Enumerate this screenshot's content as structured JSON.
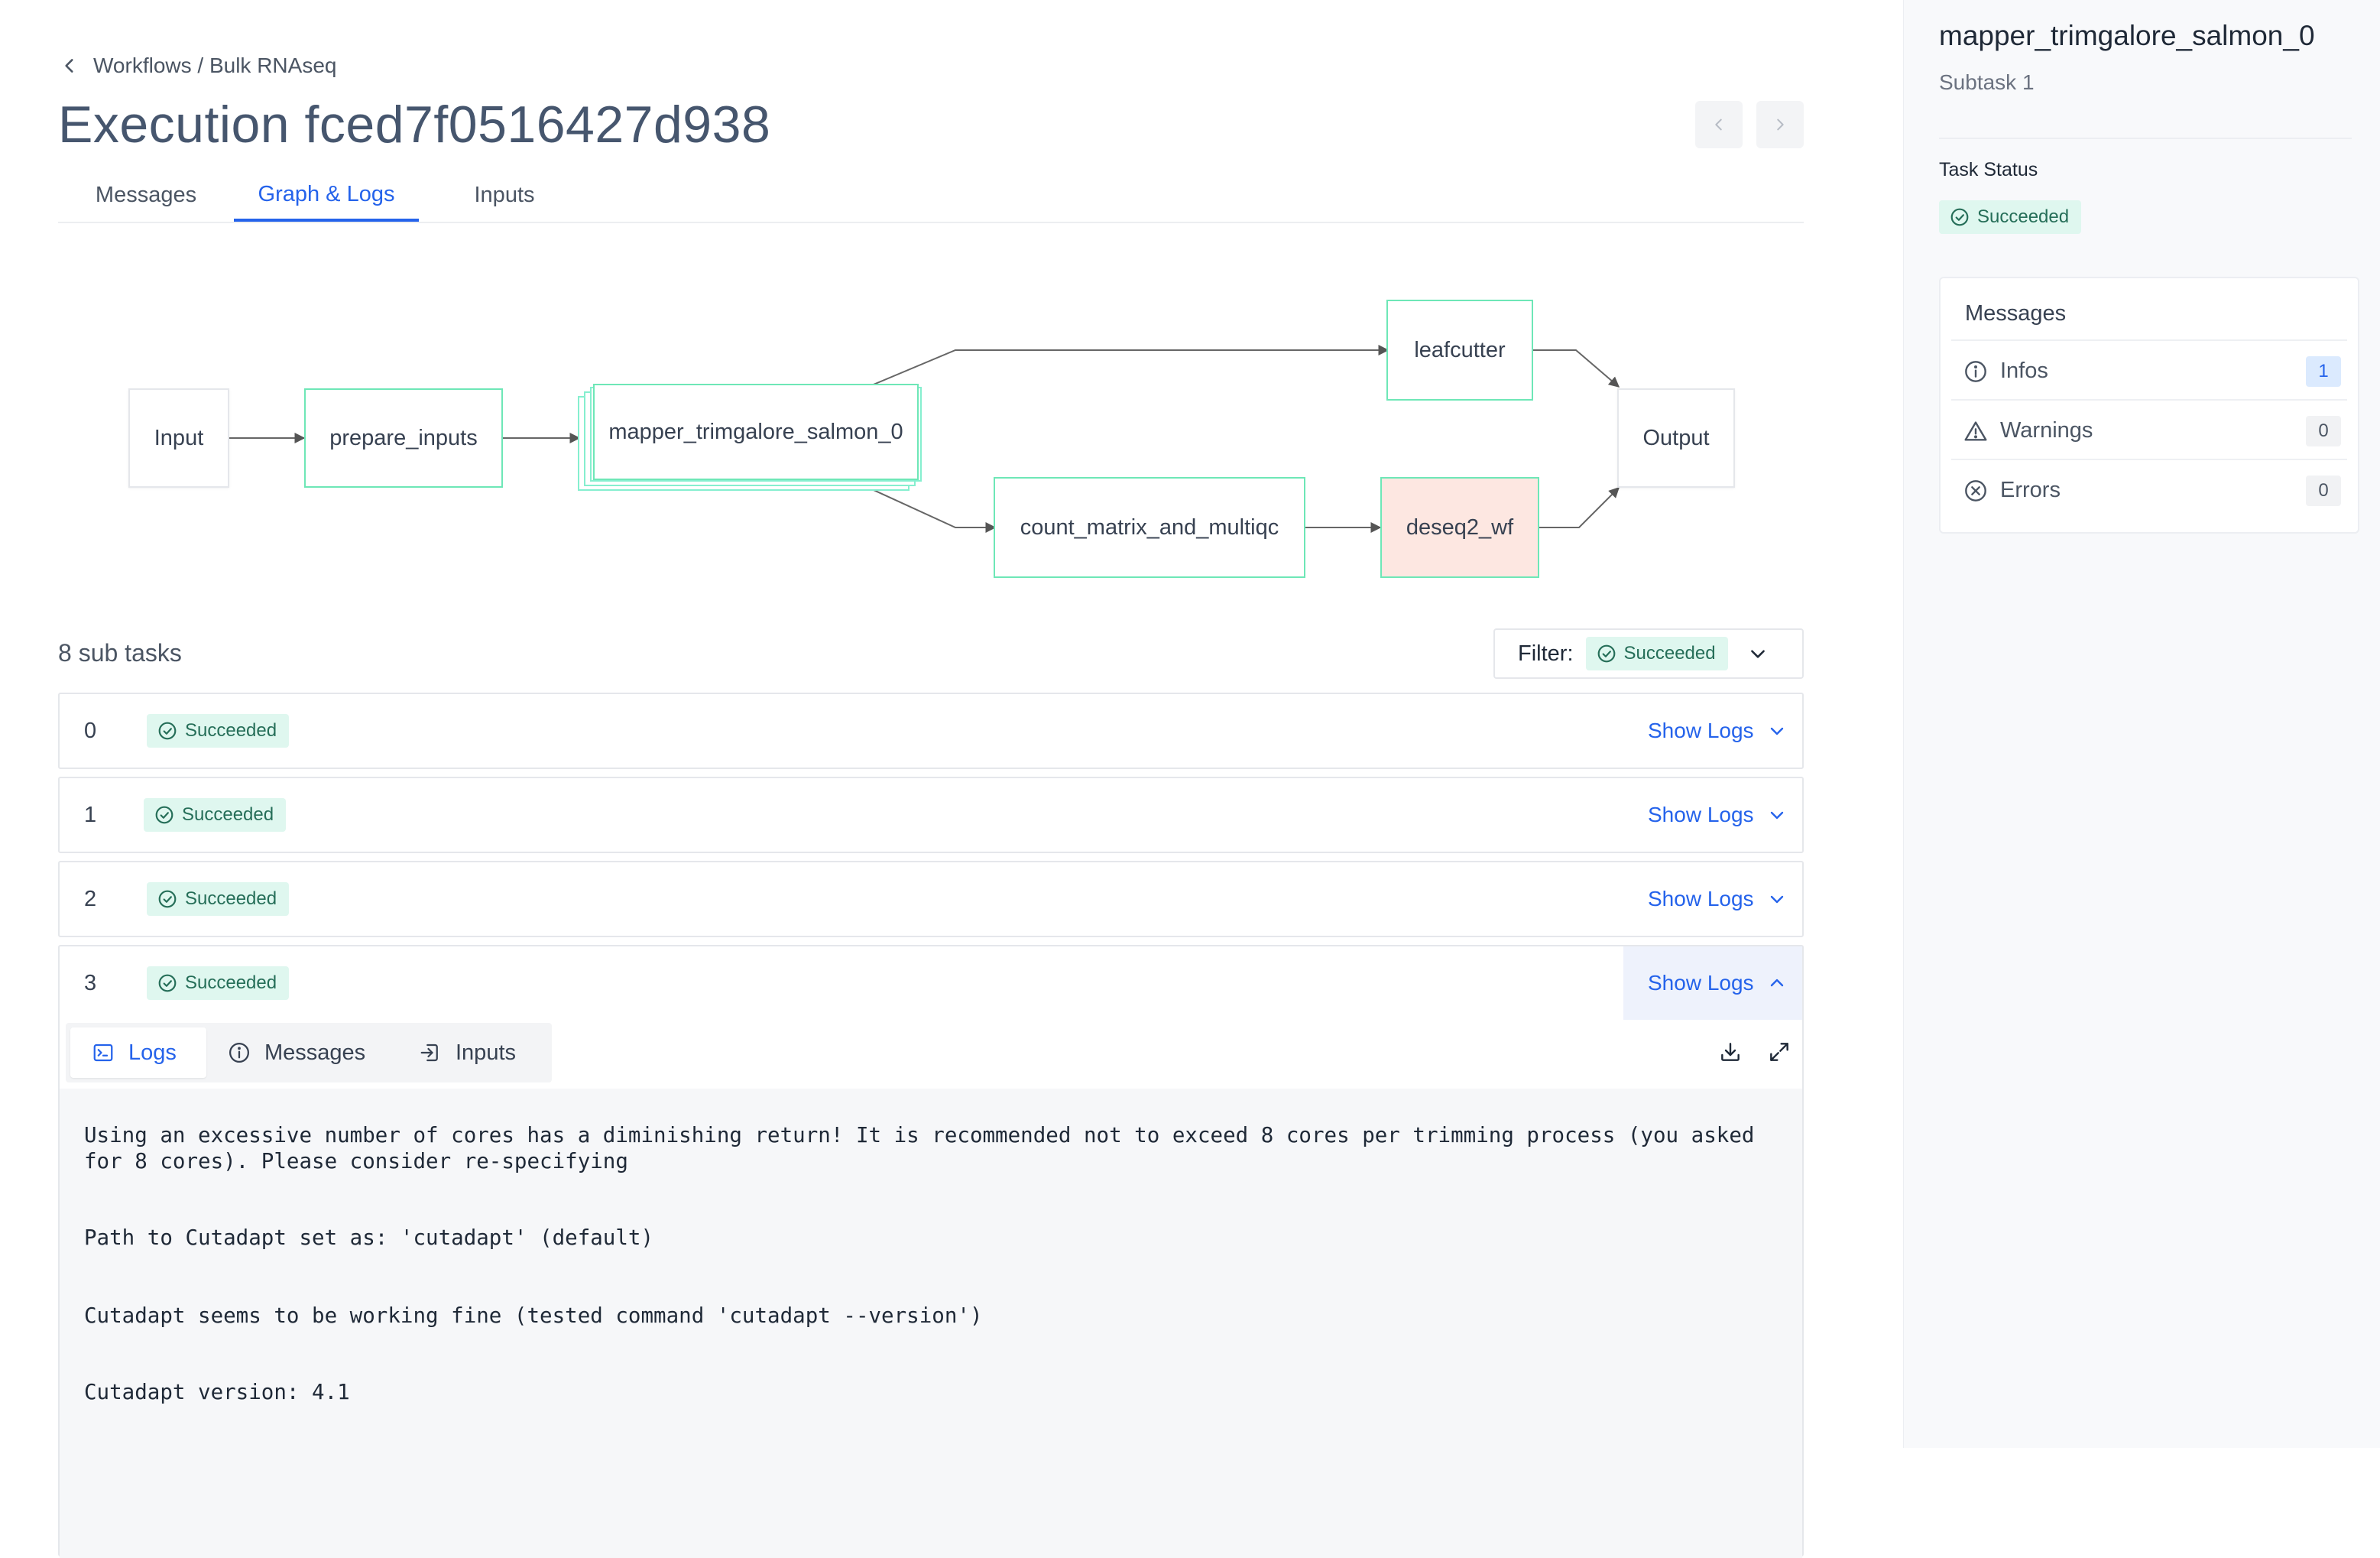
{
  "header": {
    "breadcrumb": "Workflows / Bulk RNAseq",
    "title": "Execution fced7f0516427d938"
  },
  "tabs": [
    {
      "label": "Messages"
    },
    {
      "label": "Graph & Logs",
      "active": true
    },
    {
      "label": "Inputs"
    }
  ],
  "graph": {
    "nodes": {
      "input": "Input",
      "prepare_inputs": "prepare_inputs",
      "mapper": "mapper_trimgalore_salmon_0",
      "leafcutter": "leafcutter",
      "count_matrix": "count_matrix_and_multiqc",
      "deseq2": "deseq2_wf",
      "output": "Output"
    }
  },
  "subtasks": {
    "count_label": "8 sub tasks",
    "filter_label": "Filter:",
    "filter_value": "Succeeded",
    "rows": [
      {
        "index": "0",
        "status": "Succeeded",
        "action": "Show Logs"
      },
      {
        "index": "1",
        "status": "Succeeded",
        "action": "Show Logs"
      },
      {
        "index": "2",
        "status": "Succeeded",
        "action": "Show Logs"
      },
      {
        "index": "3",
        "status": "Succeeded",
        "action": "Show Logs",
        "expanded": true
      }
    ]
  },
  "log_panel": {
    "tabs": [
      {
        "label": "Logs",
        "icon": "terminal-icon",
        "active": true
      },
      {
        "label": "Messages",
        "icon": "info-icon"
      },
      {
        "label": "Inputs",
        "icon": "login-icon"
      }
    ],
    "lines": [
      "Using an excessive number of cores has a diminishing return! It is recommended not to exceed 8 cores per trimming process (you asked for 8 cores). Please consider re-specifying",
      "Path to Cutadapt set as: 'cutadapt' (default)",
      "Cutadapt seems to be working fine (tested command 'cutadapt --version')",
      "Cutadapt version: 4.1"
    ]
  },
  "sidebar": {
    "title": "mapper_trimgalore_salmon_0",
    "subtitle": "Subtask 1",
    "status_label": "Task Status",
    "status": "Succeeded",
    "messages_title": "Messages",
    "messages": [
      {
        "label": "Infos",
        "count": "1",
        "icon": "info-icon"
      },
      {
        "label": "Warnings",
        "count": "0",
        "icon": "warning-icon"
      },
      {
        "label": "Errors",
        "count": "0",
        "icon": "error-icon"
      }
    ]
  },
  "colors": {
    "accent": "#2563eb",
    "success_bg": "#dff7ef",
    "success_text": "#256e58",
    "node_border": "#6ee7b7",
    "error_node_bg": "#fde7e1"
  }
}
